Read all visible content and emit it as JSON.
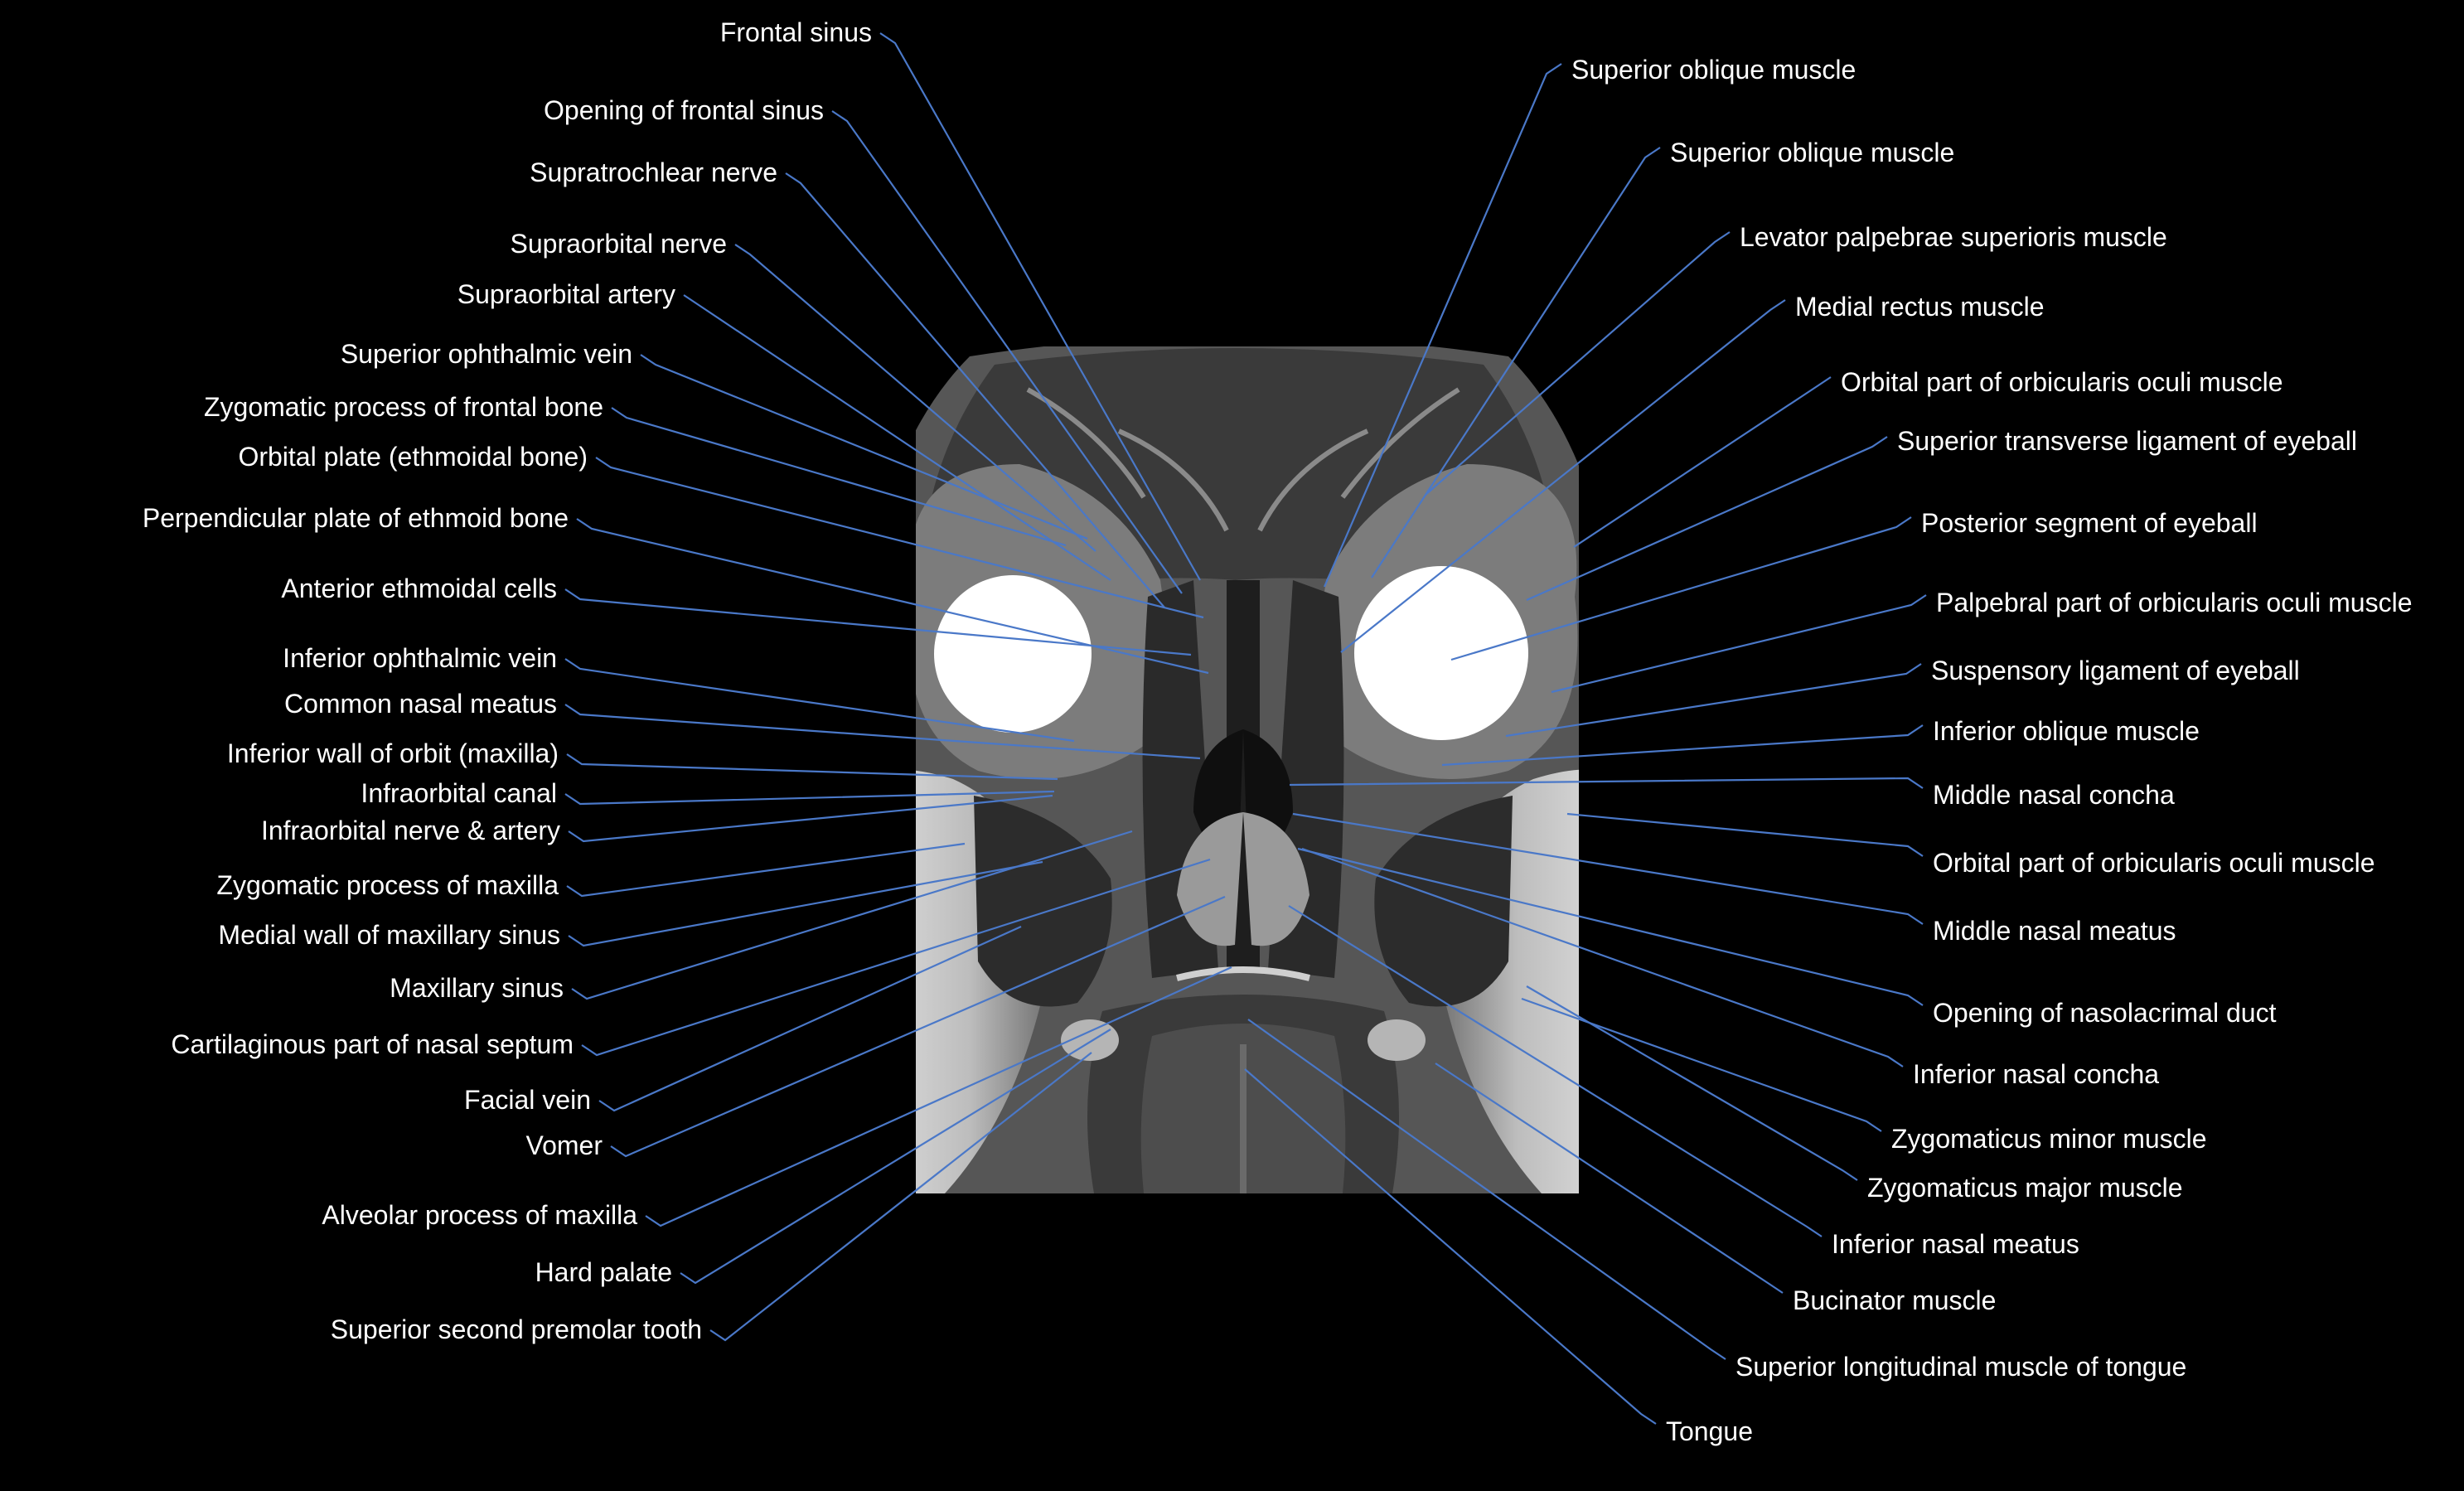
{
  "colors": {
    "background": "#000000",
    "leader_line": "#4a78c8",
    "label_text": "#ffffff"
  },
  "left_labels": [
    "Frontal sinus",
    "Opening of frontal sinus",
    "Supratrochlear nerve",
    "Supraorbital nerve",
    "Supraorbital artery",
    "Superior ophthalmic vein",
    "Zygomatic process of frontal bone",
    "Orbital plate (ethmoidal bone)",
    "Perpendicular plate of ethmoid bone",
    "Anterior ethmoidal cells",
    "Inferior ophthalmic vein",
    "Common nasal meatus",
    "Inferior wall of orbit (maxilla)",
    "Infraorbital canal",
    "Infraorbital nerve & artery",
    "Zygomatic process of maxilla",
    "Medial wall of maxillary sinus",
    "Maxillary sinus",
    "Cartilaginous part of nasal septum",
    "Facial vein",
    "Vomer",
    "Alveolar process of maxilla",
    "Hard palate",
    "Superior second premolar tooth"
  ],
  "right_labels": [
    "Superior oblique muscle",
    "Superior oblique muscle",
    "Levator palpebrae superioris muscle",
    "Medial rectus muscle",
    "Orbital part of orbicularis oculi muscle",
    "Superior transverse ligament of eyeball",
    "Posterior segment of eyeball",
    "Palpebral part of orbicularis oculi muscle",
    "Suspensory ligament of eyeball",
    "Inferior oblique muscle",
    "Middle nasal concha",
    "Orbital part of orbicularis oculi muscle",
    "Middle nasal meatus",
    "Opening of nasolacrimal duct",
    "Inferior nasal concha",
    "Zygomaticus minor muscle",
    "Zygomaticus major muscle",
    "Inferior nasal meatus",
    "Bucinator muscle",
    "Superior longitudinal muscle of tongue",
    "Tongue"
  ]
}
